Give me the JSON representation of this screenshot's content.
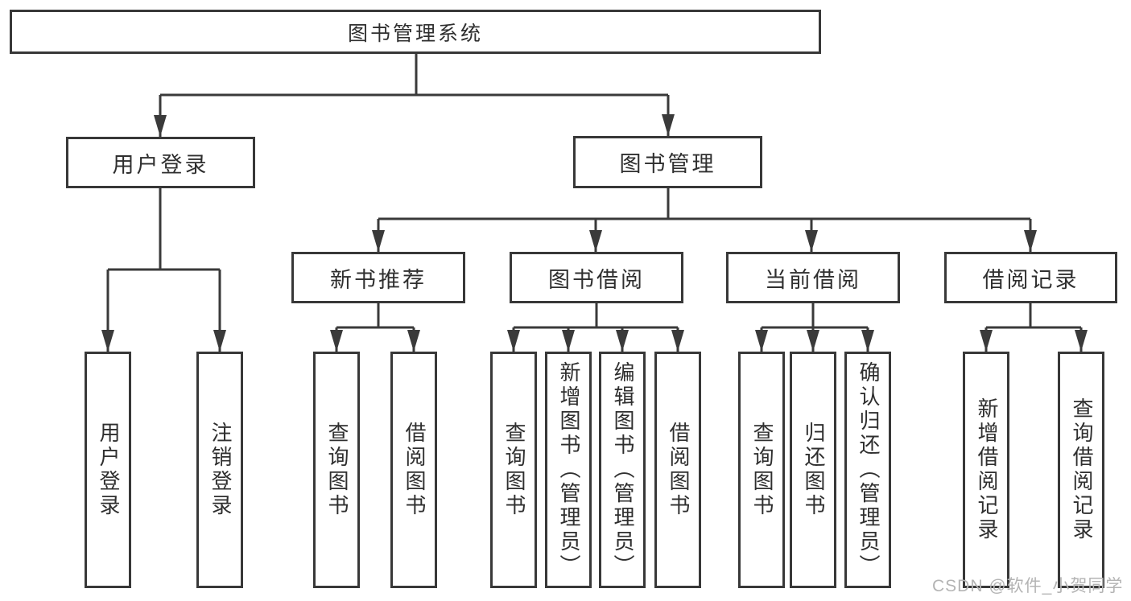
{
  "diagram": {
    "root": {
      "label": "图书管理系统"
    },
    "branches": [
      {
        "label": "用户登录",
        "children": [
          {
            "label": "用户登录"
          },
          {
            "label": "注销登录"
          }
        ]
      },
      {
        "label": "图书管理",
        "children": [
          {
            "label": "新书推荐",
            "children": [
              {
                "label": "查询图书"
              },
              {
                "label": "借阅图书"
              }
            ]
          },
          {
            "label": "图书借阅",
            "children": [
              {
                "label": "查询图书"
              },
              {
                "label": "新增图书（管理员）"
              },
              {
                "label": "编辑图书（管理员）"
              },
              {
                "label": "借阅图书"
              }
            ]
          },
          {
            "label": "当前借阅",
            "children": [
              {
                "label": "查询图书"
              },
              {
                "label": "归还图书"
              },
              {
                "label": "确认归还（管理员）"
              }
            ]
          },
          {
            "label": "借阅记录",
            "children": [
              {
                "label": "新增借阅记录"
              },
              {
                "label": "查询借阅记录"
              }
            ]
          }
        ]
      }
    ],
    "watermark": "CSDN @软件_小贺同学",
    "colors": {
      "line": "#3a3a3a",
      "border": "#383838",
      "text": "#2f2f2f",
      "watermark": "#b4b4b4",
      "background": "#ffffff"
    }
  }
}
